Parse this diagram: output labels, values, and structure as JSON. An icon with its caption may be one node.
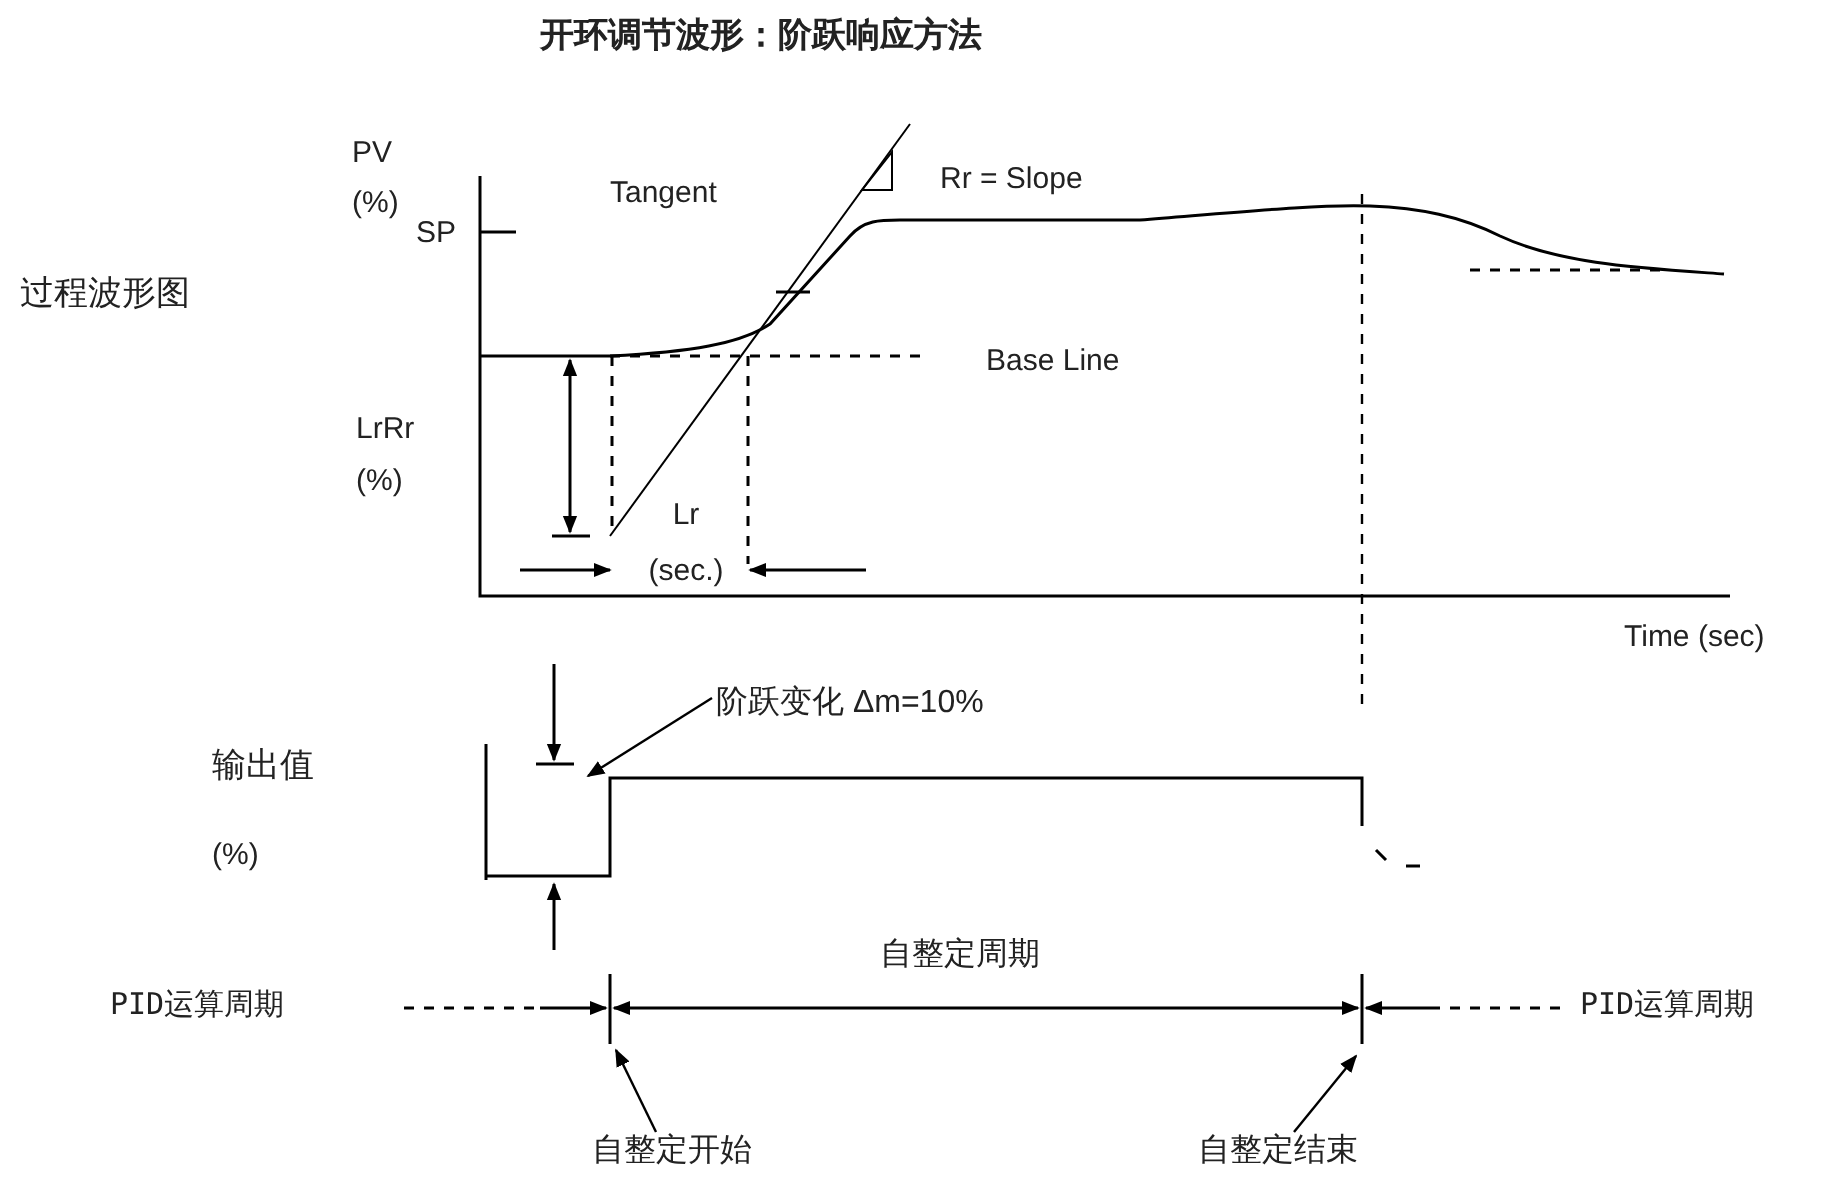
{
  "diagram": {
    "title": "开环调节波形：阶跃响应方法",
    "nodes": [
      {
        "text": [
          "阶跃变化 Δm=10%"
        ]
      },
      {
        "text": [
          "自整定开始"
        ]
      },
      {
        "text": [
          "自整定结束"
        ]
      }
    ],
    "edges": [
      {
        "from": 0,
        "to": null,
        "arrow": "to"
      },
      {
        "from": 1,
        "to": null,
        "arrow": "to"
      },
      {
        "from": 2,
        "to": null,
        "arrow": "to"
      }
    ],
    "labels": [
      "PV (%)",
      "SP",
      "Tangent",
      "Rr = Slope",
      "过程波形图",
      "Base Line",
      "LrRr (%)",
      "Lr (sec.)",
      "Time (sec)",
      "输出值",
      "(%)",
      "自整定周期",
      "PID运算周期",
      "PID运算周期"
    ]
  }
}
